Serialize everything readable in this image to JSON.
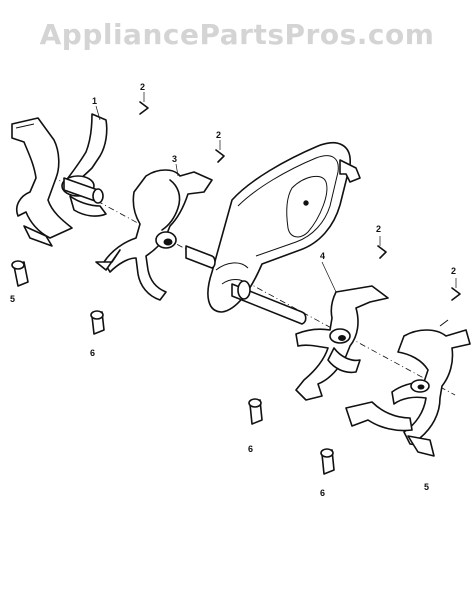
{
  "watermark": "AppliancePartsPros.com",
  "callouts": {
    "tine_1": "1",
    "clip_a": "2",
    "clip_b": "2",
    "clip_c": "2",
    "clip_d": "2",
    "tine_3": "3",
    "tine_4": "4",
    "tine_5": "5",
    "bolt_a": "5",
    "bolt_b": "6",
    "bolt_c": "6",
    "bolt_d": "6"
  }
}
